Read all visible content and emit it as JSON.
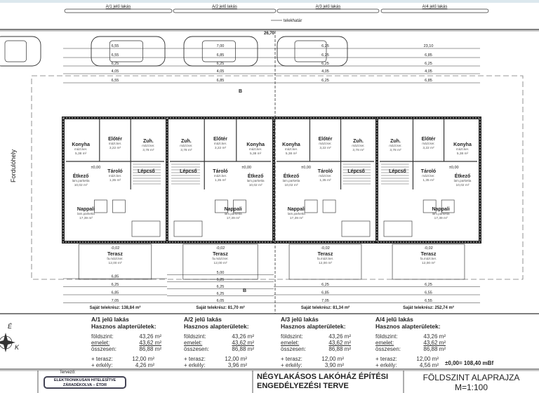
{
  "units": [
    {
      "label": "A/1 jelű lakás",
      "mirror": false,
      "plot": "Saját telekrész: 138,84 m²",
      "bottom_dims": [
        "6,85",
        "6,25",
        "6,85",
        "7,05"
      ],
      "top_dims": [
        "6,55",
        "6,55",
        "6,25",
        "4,05",
        "6,55"
      ],
      "table": {
        "title": "A/1 jelű lakás",
        "subtitle": "Hasznos alapterületek:",
        "rows": [
          [
            "földszint:",
            "43,26 m²"
          ],
          [
            "emelet:",
            "43,62 m²"
          ],
          [
            "összesen:",
            "86,88 m²"
          ]
        ],
        "extra": [
          [
            "+ terasz:",
            "12,00 m²"
          ],
          [
            "+ erkély:",
            "4,26 m²"
          ]
        ]
      }
    },
    {
      "label": "A/2 jelű lakás",
      "mirror": true,
      "plot": "Saját telekrész: 81,70 m²",
      "bottom_dims": [
        "5,00",
        "6,25",
        "6,25",
        "6,25",
        "6,05"
      ],
      "top_dims": [
        "7,00",
        "6,85",
        "6,25",
        "4,05",
        "6,85"
      ],
      "table": {
        "title": "A/2 jelű lakás",
        "subtitle": "Hasznos alapterületek:",
        "rows": [
          [
            "földszint:",
            "43,26 m²"
          ],
          [
            "emelet:",
            "43,62 m²"
          ],
          [
            "összesen:",
            "86,88 m²"
          ]
        ],
        "extra": [
          [
            "+ terasz:",
            "12,00 m²"
          ],
          [
            "+ erkély:",
            "3,96 m²"
          ]
        ]
      }
    },
    {
      "label": "A/3 jelű lakás",
      "mirror": false,
      "plot": "Saját telekrész: 81,34 m²",
      "bottom_dims": [
        "6,25",
        "6,85",
        "7,05"
      ],
      "top_dims": [
        "6,25",
        "6,25",
        "6,25",
        "4,05",
        "6,25"
      ],
      "table": {
        "title": "A/3 jelű lakás",
        "subtitle": "Hasznos alapterületek:",
        "rows": [
          [
            "földszint:",
            "43,26 m²"
          ],
          [
            "emelet:",
            "43,62 m²"
          ],
          [
            "összesen:",
            "86,88 m²"
          ]
        ],
        "extra": [
          [
            "+ terasz:",
            "12,00 m²"
          ],
          [
            "+ erkély:",
            "3,90 m²"
          ]
        ]
      }
    },
    {
      "label": "A/4 jelű lakás",
      "mirror": true,
      "plot": "Saját telekrész: 252,74 m²",
      "bottom_dims": [
        "6,25",
        "6,55",
        "6,55"
      ],
      "top_dims": [
        "23,10",
        "6,85",
        "6,25",
        "4,05",
        "6,85"
      ],
      "table": {
        "title": "A/4 jelű lakás",
        "subtitle": "Hasznos alapterületek:",
        "rows": [
          [
            "földszint:",
            "43,26 m²"
          ],
          [
            "emelet:",
            "43,62 m²"
          ],
          [
            "összesen:",
            "86,88 m²"
          ]
        ],
        "extra": [
          [
            "+ terasz:",
            "12,00 m²"
          ],
          [
            "+ erkély:",
            "4,56 m²"
          ]
        ]
      }
    }
  ],
  "rooms": [
    {
      "name": "Konyha",
      "floor": "mázt.ker.",
      "area": "5,38 m²"
    },
    {
      "name": "Előtér",
      "floor": "mázt.ker.",
      "area": "3,22 m²"
    },
    {
      "name": "Zuh.",
      "floor": "mázt.ker.",
      "area": "3,78 m²"
    },
    {
      "name": "Étkező",
      "floor": "lam.parketta",
      "area": "10,02 m²"
    },
    {
      "name": "Tároló",
      "floor": "mázt.ker.",
      "area": "1,35 m²"
    },
    {
      "name": "Lépcső",
      "floor": "",
      "area": ""
    },
    {
      "name": "Nappali",
      "floor": "lam.parketta",
      "area": "17,39 m²"
    },
    {
      "name": "Terasz",
      "floor": "fa.mázt.ker.",
      "area": "12,00 m²"
    }
  ],
  "plan": {
    "boundary_label": "telekhatár",
    "overall_dim": "26,70",
    "turnaround": "Fordulóhely",
    "level_marks": [
      "±0,00",
      "-0,02"
    ],
    "section": "B",
    "compass": {
      "n": "É",
      "e": "K"
    }
  },
  "title_block": {
    "stamp_line1": "ELEKTRONIKUSAN HITELESÍTVE",
    "stamp_line2": "ZÁRADÉKOLVA – ÉTDR",
    "designer": "Tervező:",
    "project_line1": "NÉGYLAKÁSOS LAKÓHÁZ ÉPÍTÉSI",
    "project_line2": "ENGEDÉLYEZÉSI TERVE",
    "sheet_title": "FÖLDSZINT ALAPRAJZA",
    "scale": "M=1:100",
    "elevation": "±0,00= 108,40 mBf"
  }
}
